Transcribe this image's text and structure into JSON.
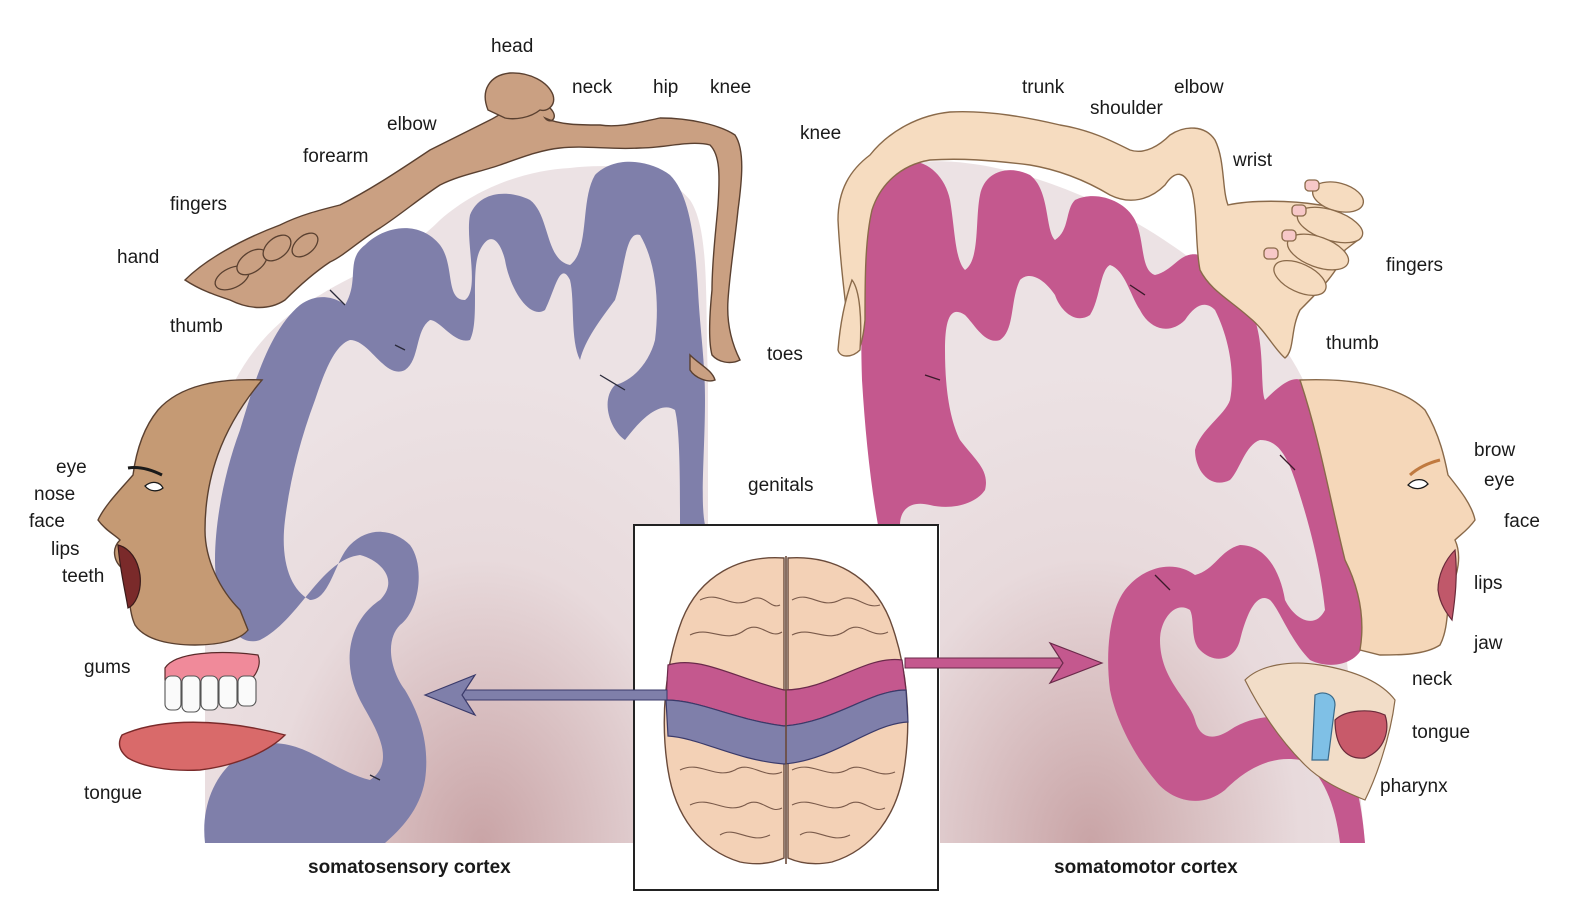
{
  "colors": {
    "sensory_cortex": "#7f7faa",
    "motor_cortex": "#c4588e",
    "white_matter": "#e8dadc",
    "sensory_body": "#caa082",
    "motor_body": "#f6dcc0",
    "skin_dark": "#c59a74",
    "skin_light": "#f5d7b9"
  },
  "sensory": {
    "title": "somatosensory cortex",
    "labels": {
      "head": "head",
      "neck": "neck",
      "hip": "hip",
      "knee": "knee",
      "elbow": "elbow",
      "forearm": "forearm",
      "fingers": "fingers",
      "hand": "hand",
      "thumb": "thumb",
      "toes": "toes",
      "eye": "eye",
      "nose": "nose",
      "face": "face",
      "lips": "lips",
      "teeth": "teeth",
      "gums": "gums",
      "tongue": "tongue",
      "genitals": "genitals"
    }
  },
  "motor": {
    "title": "somatomotor cortex",
    "labels": {
      "trunk": "trunk",
      "shoulder": "shoulder",
      "elbow": "elbow",
      "knee": "knee",
      "wrist": "wrist",
      "fingers": "fingers",
      "thumb": "thumb",
      "brow": "brow",
      "eye": "eye",
      "face": "face",
      "lips": "lips",
      "jaw": "jaw",
      "neck": "neck",
      "tongue": "tongue",
      "pharynx": "pharynx"
    }
  }
}
